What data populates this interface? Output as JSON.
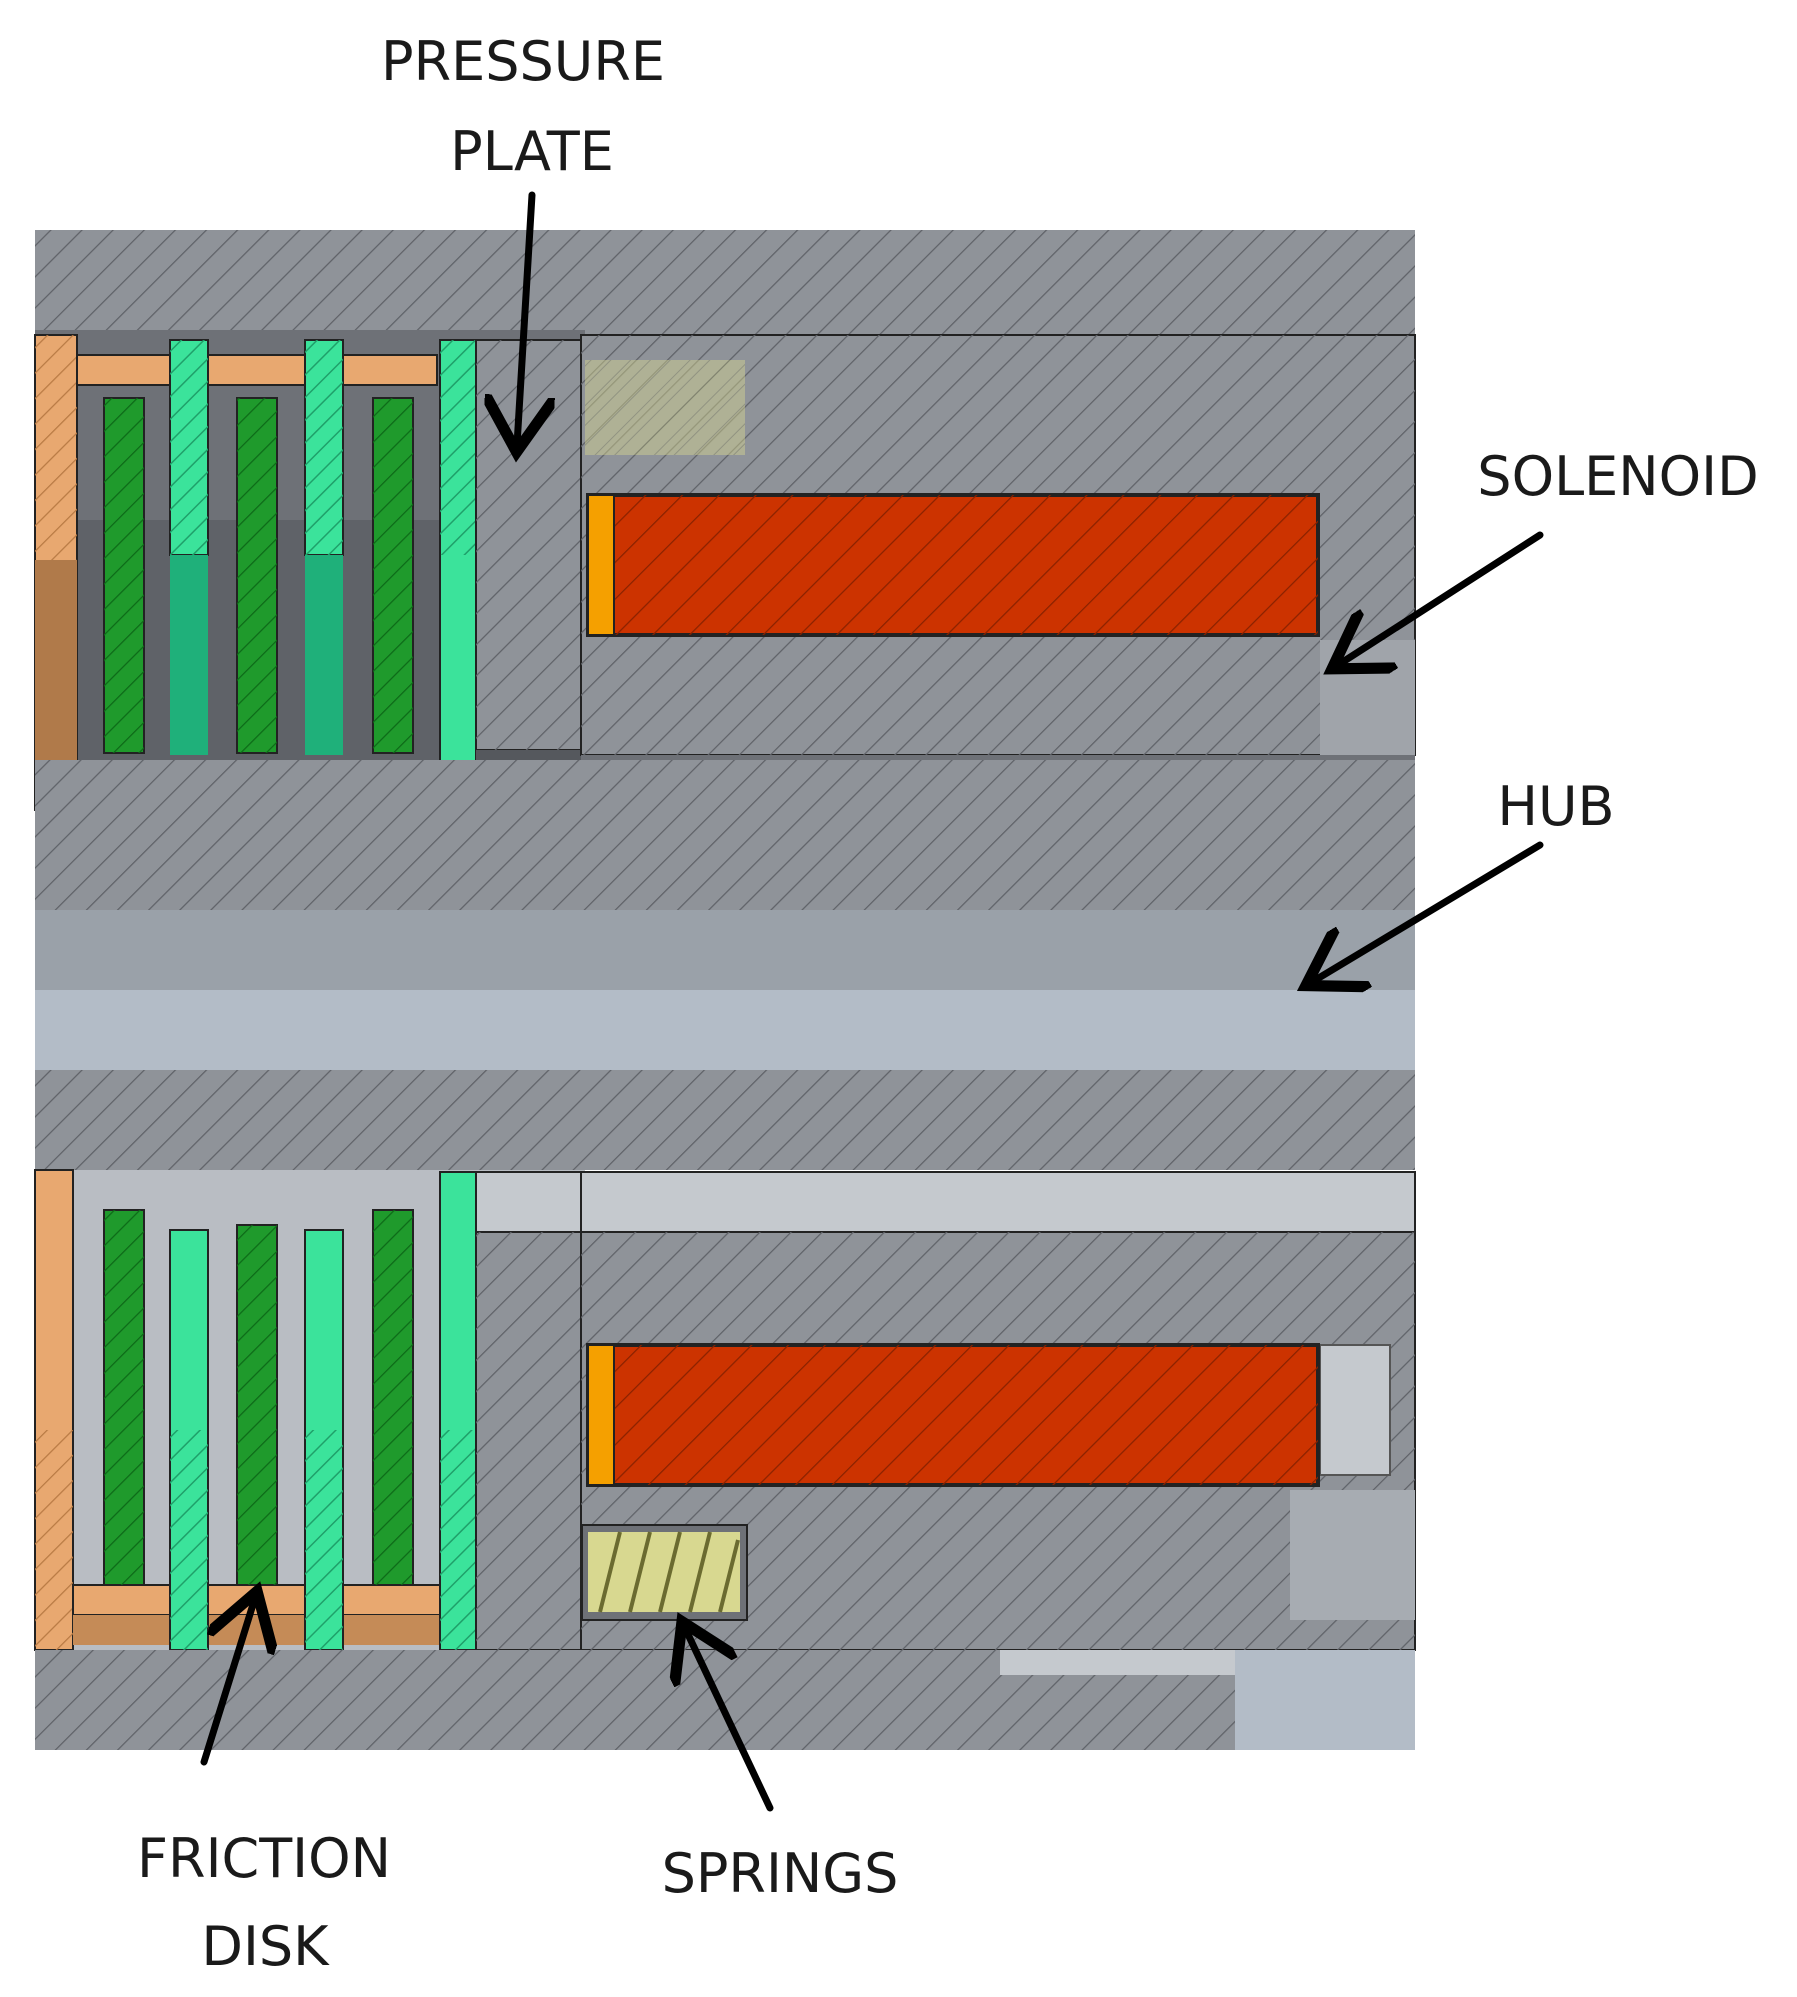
{
  "labels": {
    "pressure_plate_line1": "PRESSURE",
    "pressure_plate_line2": "PLATE",
    "solenoid": "SOLENOID",
    "hub": "HUB",
    "friction_disk_line1": "FRICTION",
    "friction_disk_line2": "DISK",
    "springs": "SPRINGS"
  },
  "colors": {
    "housing_gray": "#8f9399",
    "dark_gray": "#6e7177",
    "light_gray": "#b9bdc3",
    "bore_blue_gray": "#a9b3bf",
    "coil_red": "#cc3300",
    "coil_edge_orange": "#f5a000",
    "friction_green": "#1f9a2c",
    "steel_disk_mint": "#3be39b",
    "tan_spacer": "#e8a870",
    "spring_yellow": "#d8d890",
    "outline": "#222222"
  }
}
